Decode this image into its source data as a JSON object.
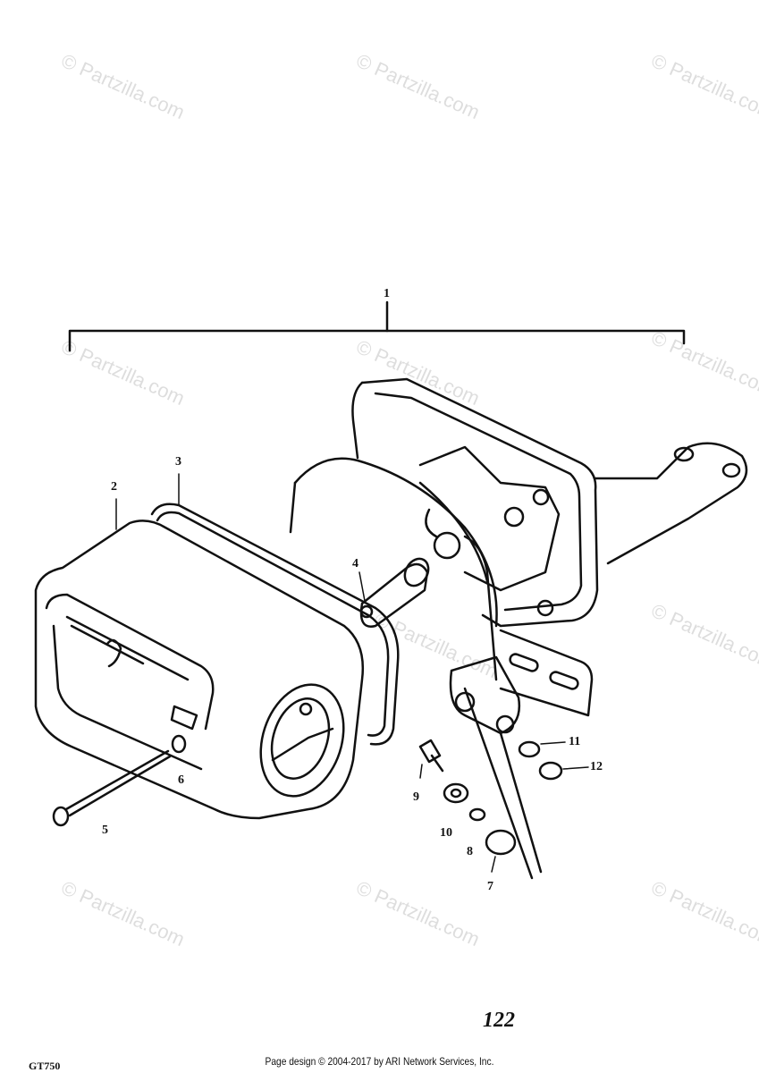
{
  "diagram": {
    "callouts": [
      "1",
      "2",
      "3",
      "4",
      "5",
      "6",
      "7",
      "8",
      "9",
      "10",
      "11",
      "12"
    ],
    "watermark": "© Partzilla.com",
    "page_number": "122",
    "model_code": "GT750",
    "footer": "Page design © 2004-2017 by ARI Network Services, Inc."
  }
}
